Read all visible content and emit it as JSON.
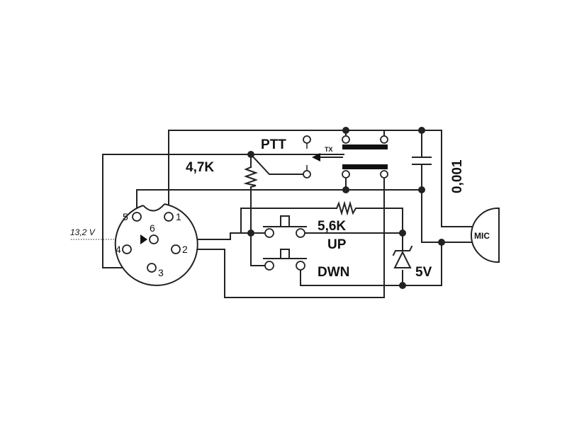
{
  "diagram": {
    "labels": {
      "ptt": "PTT",
      "tx": "TX",
      "r_47k": "4,7K",
      "r_56k": "5,6K",
      "up": "UP",
      "dwn": "DWN",
      "zener": "5V",
      "cap": "0,001",
      "mic": "MIC",
      "voltage": "13,2 V"
    },
    "connector_pins": [
      "1",
      "2",
      "3",
      "4",
      "5",
      "6"
    ]
  }
}
